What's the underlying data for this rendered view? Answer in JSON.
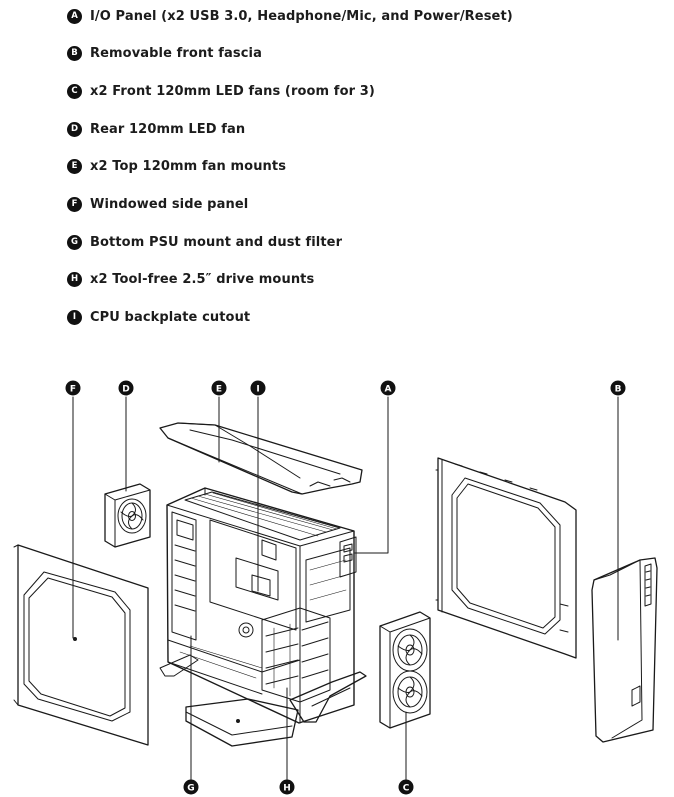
{
  "legend": [
    {
      "letter": "A",
      "text": "I/O Panel (x2 USB 3.0, Headphone/Mic, and Power/Reset)"
    },
    {
      "letter": "B",
      "text": "Removable front fascia"
    },
    {
      "letter": "C",
      "text": "x2 Front 120mm LED fans (room for 3)"
    },
    {
      "letter": "D",
      "text": "Rear 120mm LED fan"
    },
    {
      "letter": "E",
      "text": "x2 Top 120mm fan mounts"
    },
    {
      "letter": "F",
      "text": "Windowed side panel"
    },
    {
      "letter": "G",
      "text": "Bottom PSU mount and dust filter"
    },
    {
      "letter": "H",
      "text": "x2 Tool-free 2.5″ drive mounts"
    },
    {
      "letter": "I",
      "text": "CPU backplate cutout"
    }
  ],
  "markers": {
    "a": "A",
    "b": "B",
    "c": "C",
    "d": "D",
    "e": "E",
    "f": "F",
    "g": "G",
    "h": "H",
    "i": "I"
  },
  "colors": {
    "line": "#1a1a1a",
    "badge": "#111111",
    "background": "#ffffff"
  }
}
